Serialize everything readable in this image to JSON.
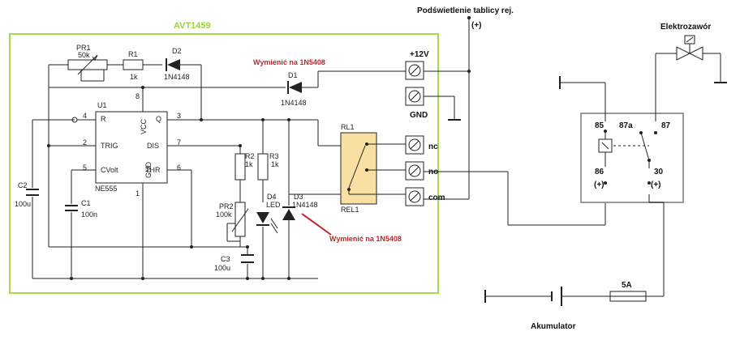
{
  "board_title": "AVT1459",
  "top_label": "Podświetlenie tablicy rej.",
  "plus_top": "(+)",
  "valve_label": "Elektrozawór",
  "battery_label": "Akumulator",
  "fuse_label": "5A",
  "note_d1": "Wymienić na 1N5408",
  "note_d3": "Wymienić na 1N5408",
  "terminals": {
    "v12": "+12V",
    "gnd": "GND",
    "nc": "nc",
    "no": "no",
    "com": "com"
  },
  "ic": {
    "ref": "U1",
    "part": "NE555",
    "pin_r": "R",
    "pin_vcc": "VCC",
    "pin_q": "Q",
    "pin_trig": "TRIG",
    "pin_dis": "DIS",
    "pin_cvolt": "CVolt",
    "pin_gnd": "GND",
    "pin_thr": "THR",
    "n4": "4",
    "n8": "8",
    "n3": "3",
    "n2": "2",
    "n7": "7",
    "n5": "5",
    "n6": "6",
    "n1": "1"
  },
  "components": {
    "pr1": "PR1",
    "pr1_val": "50k",
    "r1": "R1",
    "r1_val": "1k",
    "d2": "D2",
    "d2_val": "1N4148",
    "d1": "D1",
    "d1_val": "1N4148",
    "c2": "C2",
    "c2_val": "100u",
    "c1": "C1",
    "c1_val": "100n",
    "r2": "R2",
    "r2_val": "1k",
    "r3": "R3",
    "r3_val": "1k",
    "pr2": "PR2",
    "pr2_val": "100k",
    "d4": "D4",
    "d4_val": "LED",
    "d3": "D3",
    "d3_val": "1N4148",
    "c3": "C3",
    "c3_val": "100u",
    "rl1": "RL1",
    "rel1": "REL1"
  },
  "relay": {
    "p85": "85",
    "p87a": "87a",
    "p87": "87",
    "p86": "86",
    "p30": "30",
    "plus86": "(+)",
    "plus30": "(+)"
  }
}
